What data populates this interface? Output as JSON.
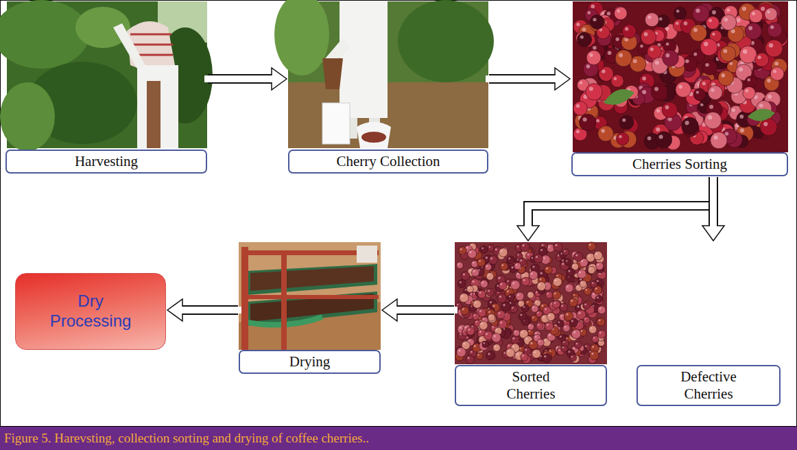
{
  "diagram": {
    "caption": "Figure 5. Harevsting, collection sorting and drying of coffee cherries..",
    "nodes": [
      {
        "text": [
          "Harvesting"
        ]
      },
      {
        "text": [
          "Cherry Collection"
        ]
      },
      {
        "text": [
          "Cherries Sorting"
        ]
      },
      {
        "text": [
          "Sorted Cherries"
        ]
      },
      {
        "text": [
          "Defective Cherries"
        ]
      },
      {
        "text": [
          "Drying"
        ]
      },
      {
        "text": [
          "Dry Processing"
        ]
      }
    ],
    "edges": [
      {
        "from": 0,
        "to": 1,
        "arrow": "to"
      },
      {
        "from": 1,
        "to": 2,
        "arrow": "to"
      },
      {
        "from": 2,
        "to": 3,
        "arrow": "to"
      },
      {
        "from": 2,
        "to": 4,
        "arrow": "to"
      },
      {
        "from": 3,
        "to": 5,
        "arrow": "to"
      },
      {
        "from": 5,
        "to": 6,
        "arrow": "to"
      }
    ]
  }
}
